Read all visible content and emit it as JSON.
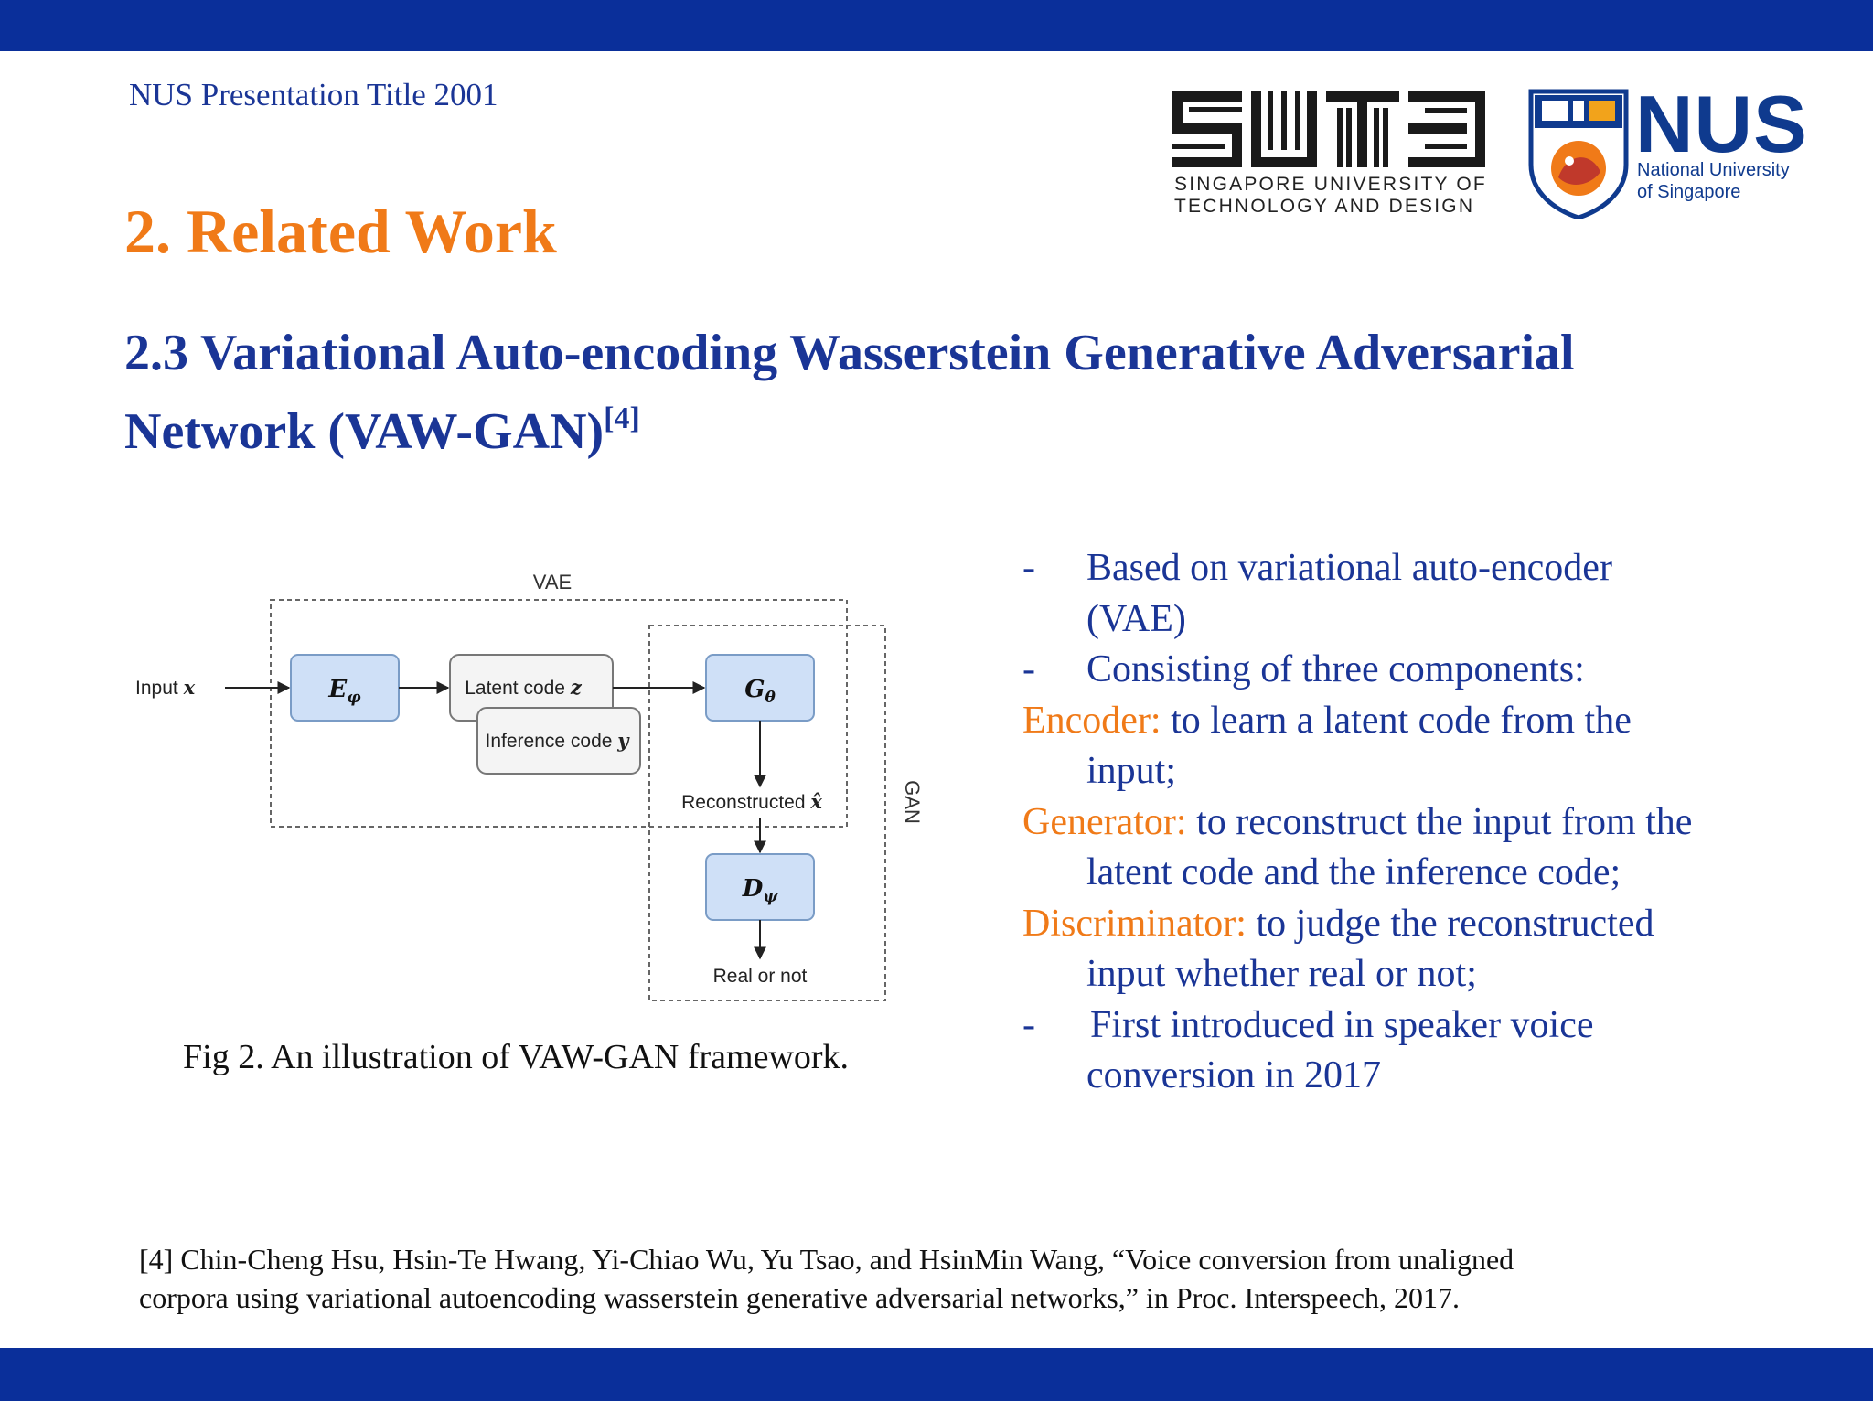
{
  "header": {
    "presentation_title": "NUS Presentation Title 2001"
  },
  "logos": {
    "sutd": {
      "line1": "SINGAPORE UNIVERSITY OF",
      "line2": "TECHNOLOGY AND DESIGN"
    },
    "nus": {
      "name": "NUS",
      "line1": "National University",
      "line2": "of Singapore"
    }
  },
  "slide": {
    "title": "2. Related Work",
    "subtitle_line1": "2.3 Variational Auto-encoding Wasserstein Generative Adversarial",
    "subtitle_line2": "Network (VAW-GAN)",
    "subtitle_ref": "[4]"
  },
  "diagram": {
    "vae_label": "VAE",
    "gan_label": "GAN",
    "input_label": "Input",
    "input_var": "x",
    "encoder": "E",
    "encoder_sub": "φ",
    "latent_label": "Latent code",
    "latent_var": "z",
    "inference_label": "Inference code",
    "inference_var": "y",
    "generator": "G",
    "generator_sub": "θ",
    "reconstructed_label": "Reconstructed",
    "reconstructed_var": "x̂",
    "discriminator": "D",
    "discriminator_sub": "ψ",
    "output_label": "Real or not",
    "caption": "Fig 2. An illustration of VAW-GAN framework."
  },
  "bullets": {
    "dash": "-",
    "b1_line1": "Based on variational auto-encoder",
    "b1_line2": "(VAE)",
    "b2": "Consisting of three components:",
    "encoder_label": "Encoder:",
    "encoder_text": " to learn a latent code from the",
    "encoder_cont": "input;",
    "generator_label": "Generator:",
    "generator_text": " to reconstruct the input from the",
    "generator_cont": "latent code and the inference code;",
    "discriminator_label": "Discriminator:",
    "discriminator_text": " to judge the reconstructed",
    "discriminator_cont": "input whether real or not;",
    "b3_line1": "First introduced in speaker voice",
    "b3_line2": "conversion in 2017"
  },
  "reference": {
    "line1": "[4] Chin-Cheng Hsu, Hsin-Te Hwang, Yi-Chiao Wu, Yu Tsao, and HsinMin Wang, “Voice conversion from unaligned",
    "line2": "corpora using variational autoencoding wasserstein generative adversarial networks,” in Proc. Interspeech, 2017."
  },
  "colors": {
    "brand_blue": "#0a2f9a",
    "text_blue": "#1a3596",
    "accent_orange": "#f07a18",
    "box_fill": "#cfe0f7",
    "box_stroke": "#7a9cc6"
  }
}
